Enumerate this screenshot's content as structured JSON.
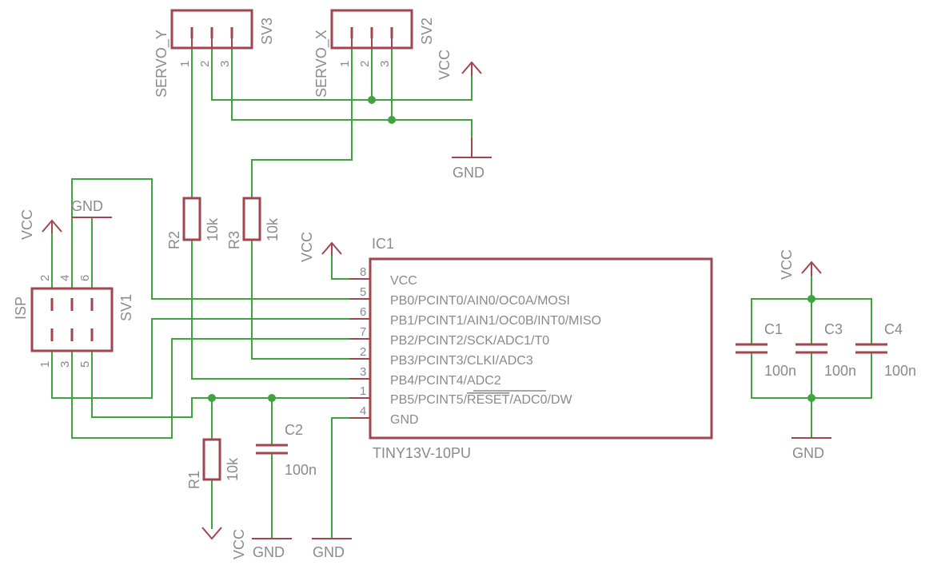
{
  "ic": {
    "name": "IC1",
    "value": "TINY13V-10PU",
    "pins": [
      {
        "num": "8",
        "name": "VCC"
      },
      {
        "num": "5",
        "name": "PB0/PCINT0/AIN0/OC0A/MOSI"
      },
      {
        "num": "6",
        "name": "PB1/PCINT1/AIN1/OC0B/INT0/MISO"
      },
      {
        "num": "7",
        "name": "PB2/PCINT2/SCK/ADC1/T0"
      },
      {
        "num": "2",
        "name": "PB3/PCINT3/CLKI/ADC3"
      },
      {
        "num": "3",
        "name": "PB4/PCINT4/ADC2"
      },
      {
        "num": "1",
        "name_pre": "PB5/PCINT5/",
        "name_over": "RESET",
        "name_post": "/ADC0/DW"
      },
      {
        "num": "4",
        "name": "GND"
      }
    ]
  },
  "servo_y": {
    "label": "SERVO_Y",
    "name": "SV3",
    "pins": [
      "1",
      "2",
      "3"
    ]
  },
  "servo_x": {
    "label": "SERVO_X",
    "name": "SV2",
    "pins": [
      "1",
      "2",
      "3"
    ]
  },
  "isp": {
    "label": "ISP",
    "name": "SV1",
    "top_pins": [
      "2",
      "4",
      "6"
    ],
    "bottom_pins": [
      "1",
      "3",
      "5"
    ]
  },
  "resistors": {
    "r1": {
      "name": "R1",
      "value": "10k"
    },
    "r2": {
      "name": "R2",
      "value": "10k"
    },
    "r3": {
      "name": "R3",
      "value": "10k"
    }
  },
  "capacitors": {
    "c1": {
      "name": "C1",
      "value": "100n"
    },
    "c2": {
      "name": "C2",
      "value": "100n"
    },
    "c3": {
      "name": "C3",
      "value": "100n"
    },
    "c4": {
      "name": "C4",
      "value": "100n"
    }
  },
  "power": {
    "vcc": "VCC",
    "gnd": "GND"
  }
}
